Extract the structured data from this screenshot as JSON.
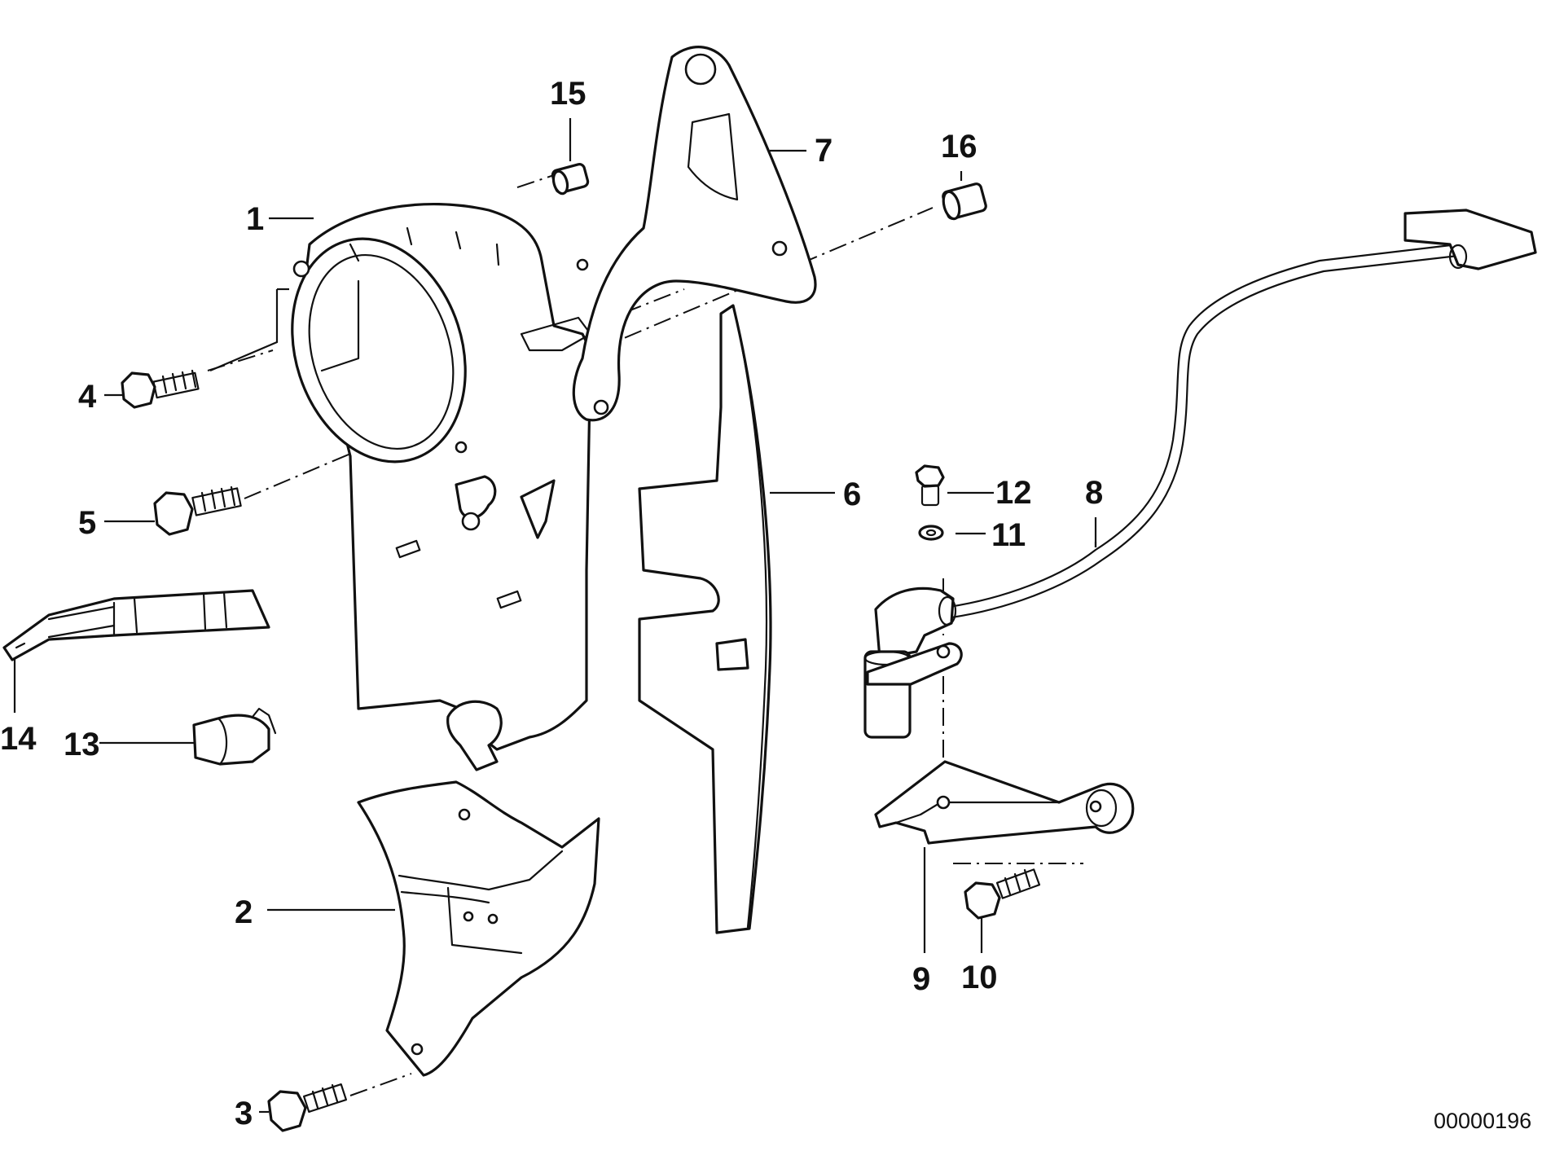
{
  "diagram": {
    "reference_code": "00000196",
    "callouts": [
      "1",
      "2",
      "3",
      "4",
      "5",
      "6",
      "7",
      "8",
      "9",
      "10",
      "11",
      "12",
      "13",
      "14",
      "15",
      "16"
    ],
    "colors": {
      "ink": "#111111",
      "background": "#ffffff"
    }
  }
}
